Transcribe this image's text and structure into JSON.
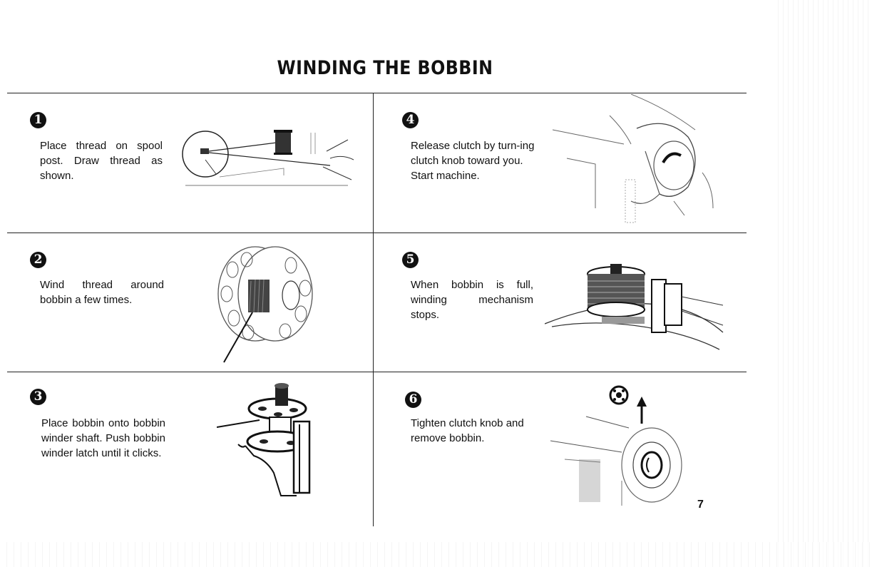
{
  "title": "WINDING THE BOBBIN",
  "page_number": "7",
  "steps": [
    {
      "number": "1",
      "text": "Place thread on spool post. Draw thread as shown."
    },
    {
      "number": "2",
      "text": "Wind thread around bobbin a few times."
    },
    {
      "number": "3",
      "text": "Place bobbin onto bobbin winder shaft. Push bobbin winder latch until it clicks."
    },
    {
      "number": "4",
      "text": "Release clutch by turn-ing clutch knob toward you. Start machine."
    },
    {
      "number": "5",
      "text": "When bobbin is full, winding mechanism stops."
    },
    {
      "number": "6",
      "text": "Tighten clutch knob and remove bobbin."
    }
  ]
}
